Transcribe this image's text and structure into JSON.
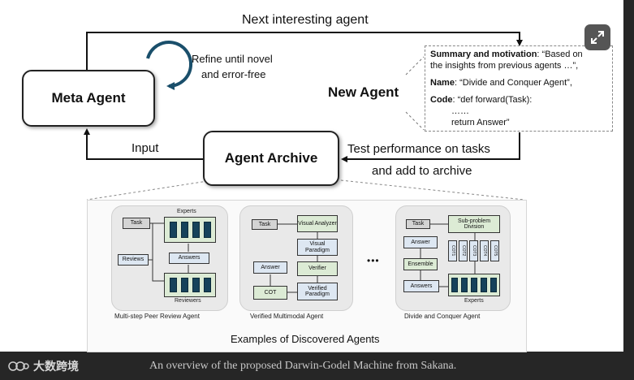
{
  "diagram": {
    "top_label": "Next interesting agent",
    "refine_label_1": "Refine until novel",
    "refine_label_2": "and error-free",
    "meta_agent": "Meta Agent",
    "new_agent": "New Agent",
    "agent_archive": "Agent Archive",
    "input_label": "Input",
    "test_label_1": "Test performance on tasks",
    "test_label_2": "and add to archive",
    "summary_label": "Summary and motivation",
    "summary_text_1": ": “Based on",
    "summary_text_2": "the insights from previous agents …”,",
    "name_label": "Name",
    "name_text": ": “Divide and Conquer Agent”,",
    "code_label": "Code",
    "code_text": ": “def forward(Task):",
    "code_dots": "……",
    "code_return": "return Answer”",
    "examples_caption": "Examples of Discovered Agents",
    "ellipsis": "•••"
  },
  "agents": {
    "peer": {
      "caption": "Multi-step Peer Review Agent",
      "task": "Task",
      "experts": "Experts",
      "reviews": "Reviews",
      "answers": "Answers",
      "reviewers": "Reviewers"
    },
    "verified": {
      "caption": "Verified Multimodal Agent",
      "task": "Task",
      "visual_analyzer": "Visual Analyzer",
      "visual_paradigm": "Visual Paradigm",
      "verifier": "Verifier",
      "verified_paradigm": "Verified Paradigm",
      "answer": "Answer",
      "cot": "COT"
    },
    "divide": {
      "caption": "Divide and Conquer Agent",
      "task": "Task",
      "subproblem": "Sub-problem Division",
      "answer": "Answer",
      "ensemble": "Ensemble",
      "answers": "Answers",
      "experts": "Experts",
      "cots": [
        "COT1",
        "COT2",
        "COT3",
        "COT4",
        "COT5"
      ]
    }
  },
  "footer": {
    "logo_text": "大数跨境",
    "caption": "An overview of the proposed Darwin-Godel Machine from Sakana."
  },
  "colors": {
    "background": "#262626",
    "block_blue": "#16425b",
    "mini_green": "#dcebd5",
    "mini_gray": "#d4d4d4",
    "mini_blue": "#dde7f2"
  },
  "icons": [
    "expand-icon",
    "refine-loop-icon"
  ]
}
